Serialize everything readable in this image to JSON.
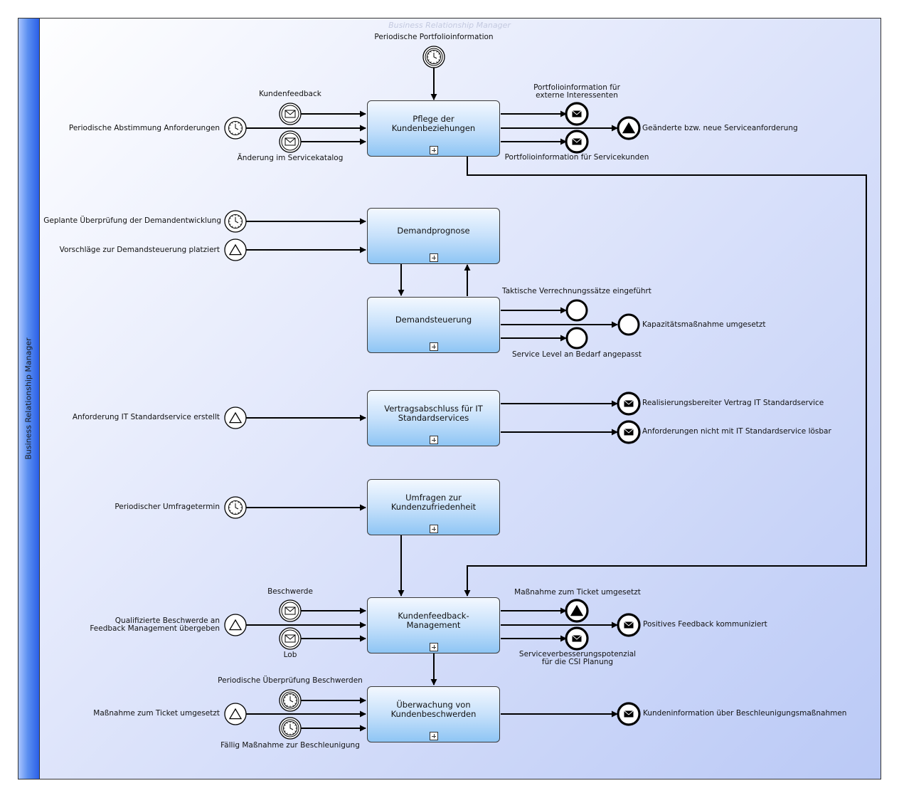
{
  "pool": {
    "title": "Business Relationship Manager",
    "lane_title": "Business Relationship Manager"
  },
  "tasks": {
    "pflege": "Pflege der Kundenbeziehungen",
    "demandprognose": "Demandprognose",
    "demandsteuerung": "Demandsteuerung",
    "vertrag": "Vertragsabschluss für IT Standardservices",
    "umfragen": "Umfragen zur Kundenzufriedenheit",
    "feedback": "Kundenfeedback-Management",
    "ueberwachung": "Überwachung von Kundenbeschwerden"
  },
  "events": {
    "periodische_portfolioinformation": "Periodische Portfolioinformation",
    "kundenfeedback": "Kundenfeedback",
    "periodische_abstimmung": "Periodische Abstimmung Anforderungen",
    "aenderung_servicekatalog": "Änderung im Servicekatalog",
    "portfolio_extern": "Portfolioinformation für externe Interessenten",
    "geaenderte_anforderung": "Geänderte bzw. neue Serviceanforderung",
    "portfolio_servicekunden": "Portfolioinformation für Servicekunden",
    "geplante_ueberpruefung": "Geplante Überprüfung der Demandentwicklung",
    "vorschlaege": "Vorschläge zur Demandsteuerung platziert",
    "taktische_verrechnung": "Taktische Verrechnungssätze eingeführt",
    "kapazitaet": "Kapazitätsmaßnahme umgesetzt",
    "service_level": "Service Level an Bedarf angepasst",
    "anforderung_it": "Anforderung IT Standardservice erstellt",
    "realisierungsbereit": "Realisierungsbereiter Vertrag IT Standardservice",
    "nicht_loesbar": "Anforderungen nicht mit IT Standardservice lösbar",
    "umfragetermin": "Periodischer Umfragetermin",
    "beschwerde": "Beschwerde",
    "qualifizierte_beschwerde": "Qualifizierte Beschwerde an Feedback Management übergeben",
    "lob": "Lob",
    "massnahme_ticket_out": "Maßnahme zum Ticket umgesetzt",
    "positives_feedback": "Positives Feedback kommuniziert",
    "csi": "Serviceverbesserungspotenzial für die CSI Planung",
    "periodische_ueberpruefung_beschwerden": "Periodische Überprüfung Beschwerden",
    "massnahme_ticket_in": "Maßnahme zum Ticket umgesetzt",
    "faellig": "Fällig Maßnahme zur Beschleunigung",
    "kundeninformation": "Kundeninformation über Beschleunigungsmaßnahmen"
  },
  "icons": {
    "timer": "timer-event",
    "message": "message-event",
    "signal": "signal-event",
    "none": "none-event"
  },
  "colors": {
    "task_fill_top": "#f3f8ff",
    "task_fill_bottom": "#8ec5f4",
    "pool_header": "#2a5fe8",
    "pool_background": "#bac9f6"
  }
}
